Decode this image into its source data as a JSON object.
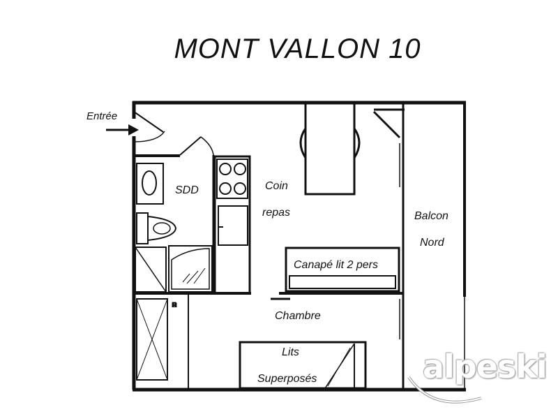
{
  "title": "MONT VALLON 10",
  "rooms": {
    "entree": "Entrée",
    "sdd": "SDD",
    "coin": "Coin",
    "repas": "repas",
    "balcon": "Balcon",
    "nord": "Nord",
    "canape": "Canapé lit 2 pers",
    "chambre": "Chambre",
    "lits": "Lits",
    "superposes": "Superposés"
  },
  "placard_letters": [
    "P",
    "L",
    "A",
    "C",
    "A",
    "R",
    "D"
  ],
  "watermark": "alpeski",
  "colors": {
    "wall": "#111111",
    "text": "#111111",
    "watermark_shadow": "#9a9a9a"
  }
}
